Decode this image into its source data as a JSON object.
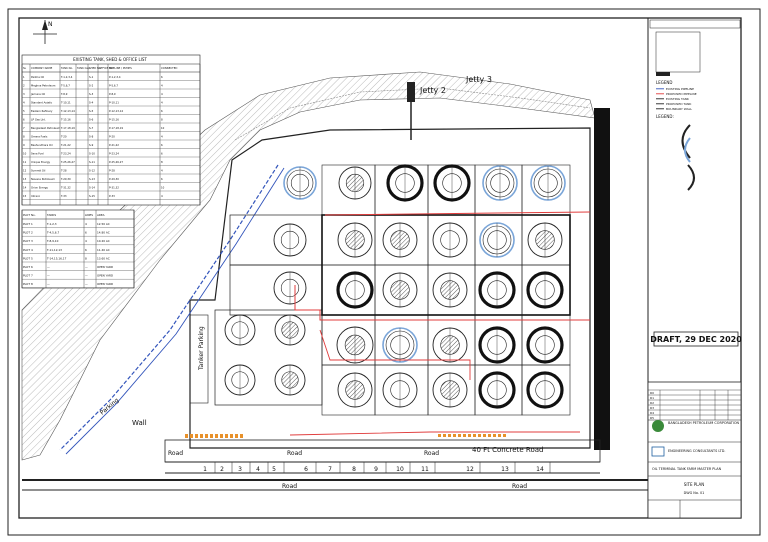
{
  "labels": {
    "jetty_2": "Jetty 2",
    "jetty_3": "Jetty 3",
    "draft_stamp": "DRAFT, 29 DEC 2020",
    "road_40ft": "40 Ft Concrete Road",
    "road": "Road",
    "wall": "Wall",
    "parking": "Parking",
    "tanker_parking": "Tanker Parking"
  },
  "plot_numbers": [
    "1",
    "2",
    "3",
    "4",
    "5",
    "6",
    "7",
    "8",
    "9",
    "10",
    "11",
    "12",
    "13",
    "14"
  ],
  "tank_list": {
    "title": "EXISTING TANK, SHED & OFFICE LIST",
    "headers": [
      "SL",
      "COMPANY NAME",
      "TANK No.",
      "TANK Cap.",
      "SHED No.",
      "OFFICE No.",
      "PIPELINE / PUMPS",
      "CONNECTED"
    ],
    "rows": [
      [
        "1",
        "Padma Oil",
        "T-1,2,3,4",
        "",
        "S-1",
        "",
        "P-1,2,3,4",
        "6"
      ],
      [
        "2",
        "Meghna Petroleum",
        "T-5,6,7",
        "",
        "S-2",
        "",
        "P-5,6,7",
        "4"
      ],
      [
        "3",
        "Jamuna Oil",
        "T-8,9",
        "",
        "S-3",
        "",
        "P-8,9",
        "4"
      ],
      [
        "4",
        "Standard Asiatic",
        "T-10,11",
        "",
        "S-4",
        "",
        "P-10,11",
        "4"
      ],
      [
        "5",
        "Eastern Refinery",
        "T-12,13,14",
        "",
        "S-5",
        "",
        "P-12,13,14",
        "6"
      ],
      [
        "6",
        "LP Gas Ltd.",
        "T-15,16",
        "",
        "S-6",
        "",
        "P-15,16",
        "8"
      ],
      [
        "7",
        "Bangladesh Petroleum",
        "T-17,18,19",
        "",
        "S-7",
        "",
        "P-17,18,19",
        "10"
      ],
      [
        "8",
        "Omera Fuels",
        "T-20",
        "",
        "S-8",
        "",
        "P-20",
        "4"
      ],
      [
        "9",
        "Bashundhara Oil",
        "T-21,22",
        "",
        "S-9",
        "",
        "P-21,22",
        "6"
      ],
      [
        "10",
        "Sena Fuel",
        "T-23,24",
        "",
        "S-10",
        "",
        "P-23,24",
        "6"
      ],
      [
        "11",
        "Unique Energy",
        "T-25,26,27",
        "",
        "S-11",
        "",
        "P-25,26,27",
        "8"
      ],
      [
        "12",
        "Summit Oil",
        "T-28",
        "",
        "S-12",
        "",
        "P-28",
        "4"
      ],
      [
        "13",
        "Navana Petroleum",
        "T-29,30",
        "",
        "S-13",
        "",
        "P-29,30",
        "6"
      ],
      [
        "14",
        "Orion Energy",
        "T-31,32",
        "",
        "S-14",
        "",
        "P-31,32",
        "10"
      ],
      [
        "15",
        "Intraco",
        "T-33",
        "",
        "S-15",
        "",
        "P-33",
        "4"
      ]
    ]
  },
  "plot_table": {
    "headers": [
      "PLOT No.",
      "TANKS",
      "LINES",
      "AREA"
    ],
    "rows": [
      [
        "PLOT 1",
        "T-1,2,3",
        "4",
        "12.50 AC"
      ],
      [
        "PLOT 2",
        "T-4,5,6,7",
        "6",
        "14.80 AC"
      ],
      [
        "PLOT 3",
        "T-8,9,10",
        "4",
        "10.20 AC"
      ],
      [
        "PLOT 4",
        "T-11,12,13",
        "6",
        "11.40 AC"
      ],
      [
        "PLOT 5",
        "T-14,15,16,17",
        "8",
        "13.60 AC"
      ],
      [
        "PLOT 6",
        "—",
        "—",
        "OPEN YARD"
      ],
      [
        "PLOT 7",
        "—",
        "—",
        "OPEN YARD"
      ],
      [
        "PLOT 8",
        "—",
        "—",
        "OPEN YARD"
      ]
    ]
  },
  "legend": {
    "title": "LEGEND",
    "items": [
      "EXISTING PIPELINE",
      "PROPOSED PIPELINE",
      "EXISTING TANK",
      "PROPOSED TANK",
      "BOUNDARY WALL"
    ]
  },
  "title_block": {
    "authority": "BANGLADESH PETROLEUM CORPORATION",
    "consultant": "ENGINEERING CONSULTANTS LTD.",
    "project": "OIL TERMINAL TANK FARM MASTER PLAN",
    "drawing": "SITE PLAN",
    "drawing_no": "DWG No. 01",
    "revisions": [
      "R0",
      "R1",
      "R2",
      "R3",
      "R4",
      "R5"
    ]
  },
  "colors": {
    "existing_pipeline": "#3355bb",
    "proposed_pipeline": "#e03c3c",
    "tank_blue": "#7aa5d8",
    "orange_marks": "#e8912a"
  }
}
